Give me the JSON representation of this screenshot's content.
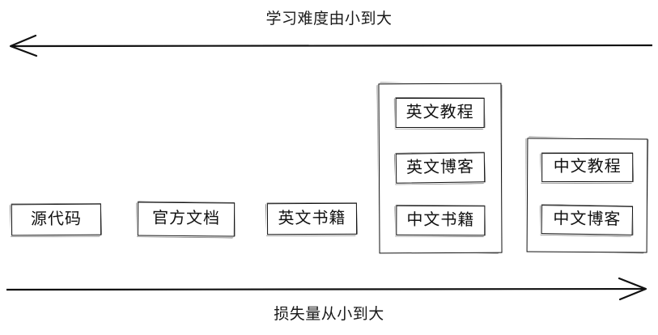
{
  "diagram": {
    "title_top": "学习难度由小到大",
    "title_bottom": "损失量从小到大",
    "stroke_color": "#111111",
    "background_color": "#ffffff"
  },
  "top_axis": {
    "label": "学习难度由小到大",
    "direction": "left",
    "arrow_head": "left"
  },
  "bottom_axis": {
    "label": "损失量从小到大",
    "direction": "right",
    "arrow_head": "right"
  },
  "nodes": [
    {
      "id": "source-code",
      "label": "源代码"
    },
    {
      "id": "official-docs",
      "label": "官方文档"
    },
    {
      "id": "english-books",
      "label": "英文书籍"
    }
  ],
  "groups": [
    {
      "id": "english-group",
      "items": [
        {
          "id": "english-tutorial",
          "label": "英文教程"
        },
        {
          "id": "english-blog",
          "label": "英文博客"
        },
        {
          "id": "chinese-books",
          "label": "中文书籍"
        }
      ]
    },
    {
      "id": "chinese-group",
      "items": [
        {
          "id": "chinese-tutorial",
          "label": "中文教程"
        },
        {
          "id": "chinese-blog",
          "label": "中文博客"
        }
      ]
    }
  ]
}
